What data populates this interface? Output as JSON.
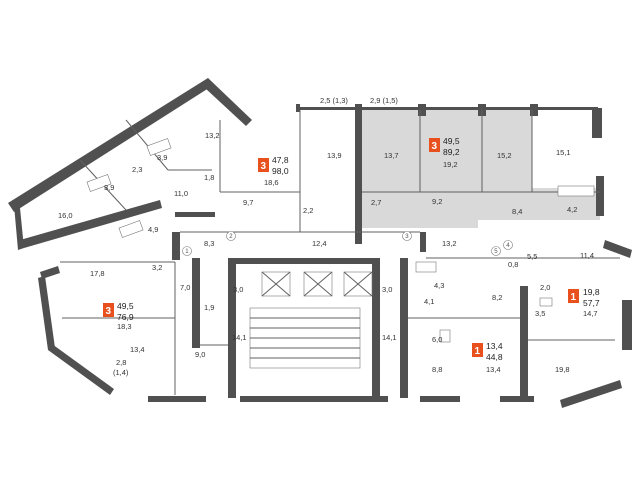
{
  "colors": {
    "wall": "#505050",
    "highlight_fill": "#d9d9d9",
    "badge": "#e8501e",
    "line": "#606060"
  },
  "apartments": [
    {
      "rooms": "3",
      "area_living": "47,8",
      "area_total": "98,0"
    },
    {
      "rooms": "3",
      "area_living": "49,5",
      "area_total": "89,2"
    },
    {
      "rooms": "3",
      "area_living": "49,5",
      "area_total": "76,9"
    },
    {
      "rooms": "1",
      "area_living": "19,8",
      "area_total": "57,7"
    },
    {
      "rooms": "1",
      "area_living": "13,4",
      "area_total": "44,8"
    }
  ],
  "room_labels": [
    "13,2",
    "3,9",
    "2,3",
    "3,9",
    "1,8",
    "11,0",
    "16,0",
    "4,9",
    "3,2",
    "17,8",
    "8,3",
    "7,0",
    "1,9",
    "9,7",
    "2,2",
    "18,6",
    "13,9",
    "2,5 (1,3)",
    "2,9 (1,5)",
    "13,7",
    "19,2",
    "15,2",
    "15,1",
    "9,2",
    "2,7",
    "8,4",
    "4,2",
    "12,4",
    "13,2",
    "11,4",
    "5,5",
    "0,8",
    "4,3",
    "2,0",
    "8,2",
    "4,1",
    "3,0",
    "3,0",
    "14,1",
    "14,1",
    "6,0",
    "3,5",
    "14,7",
    "9,0",
    "13,4",
    "18,3",
    "2,8",
    "(1,4)",
    "8,8",
    "13,4",
    "19,8"
  ],
  "door_numbers": [
    "1",
    "2",
    "3",
    "4",
    "5"
  ]
}
